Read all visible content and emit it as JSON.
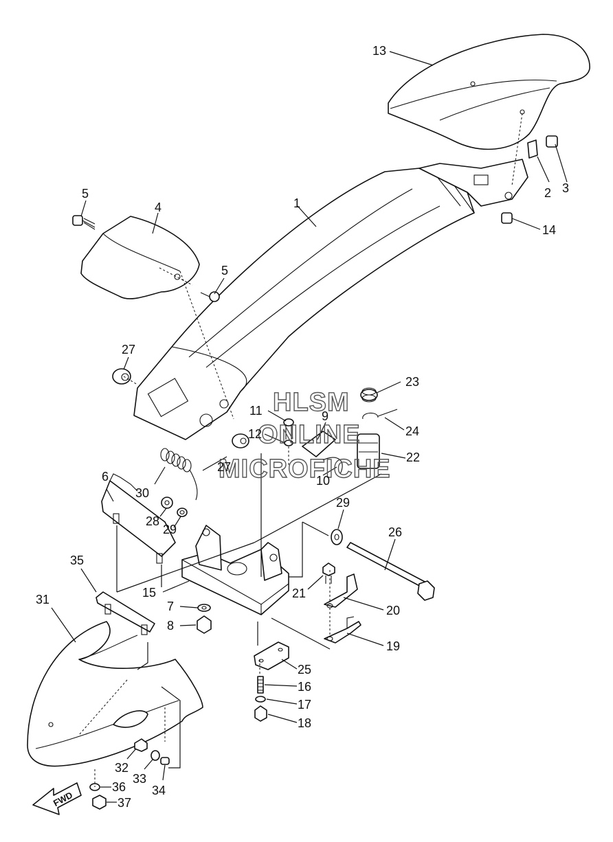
{
  "watermark": {
    "line1": "HLSM",
    "line2": "ONLINE",
    "line3": "MICROFICHE"
  },
  "direction_badge": "FWD",
  "callouts": {
    "p1": "1",
    "p2": "2",
    "p3": "3",
    "p4": "4",
    "p5a": "5",
    "p5b": "5",
    "p6": "6",
    "p7": "7",
    "p8": "8",
    "p9": "9",
    "p10": "10",
    "p11": "11",
    "p12": "12",
    "p13": "13",
    "p14": "14",
    "p15": "15",
    "p16": "16",
    "p17": "17",
    "p18": "18",
    "p19": "19",
    "p20": "20",
    "p21": "21",
    "p22": "22",
    "p23": "23",
    "p24": "24",
    "p25": "25",
    "p26": "26",
    "p27a": "27",
    "p27b": "27",
    "p28": "28",
    "p29a": "29",
    "p29b": "29",
    "p30": "30",
    "p31": "31",
    "p32": "32",
    "p33": "33",
    "p34": "34",
    "p35": "35",
    "p36": "36",
    "p37": "37"
  }
}
